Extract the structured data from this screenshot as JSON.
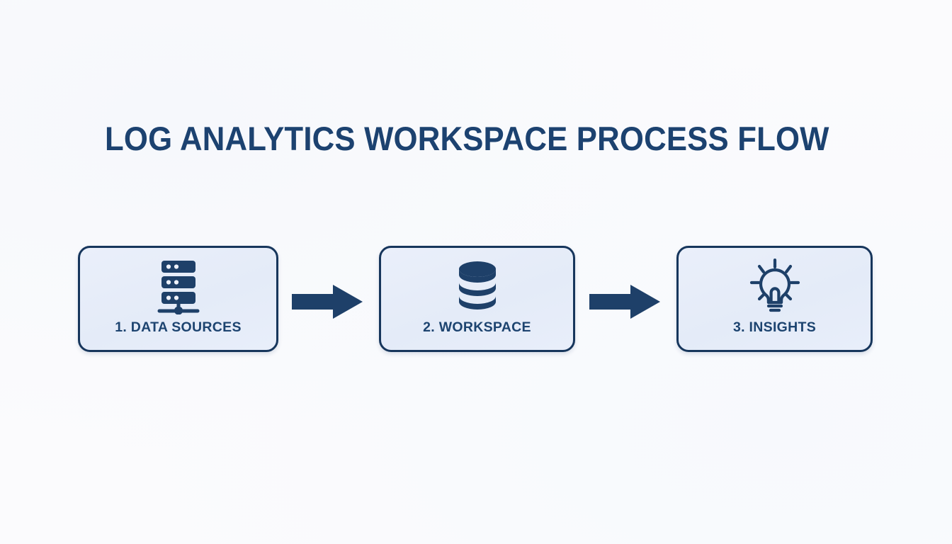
{
  "page": {
    "title": "LOG ANALYTICS WORKSPACE PROCESS FLOW",
    "background_color": "#fbfbfd",
    "accent_color": "#1d4470",
    "border_color": "#17365c",
    "card_fill_color": "#e8eefa",
    "arrow_color": "#1e4069"
  },
  "flow": {
    "steps": [
      {
        "label": "1. DATA SOURCES",
        "icon": "server-rack-icon",
        "order": 1
      },
      {
        "label": "2. WORKSPACE",
        "icon": "database-cylinder-icon",
        "order": 2
      },
      {
        "label": "3. INSIGHTS",
        "icon": "lightbulb-icon",
        "order": 3
      }
    ],
    "connectors": [
      {
        "icon": "arrow-right-icon",
        "from": "1. DATA SOURCES",
        "to": "2. WORKSPACE"
      },
      {
        "icon": "arrow-right-icon",
        "from": "2. WORKSPACE",
        "to": "3. INSIGHTS"
      }
    ]
  }
}
